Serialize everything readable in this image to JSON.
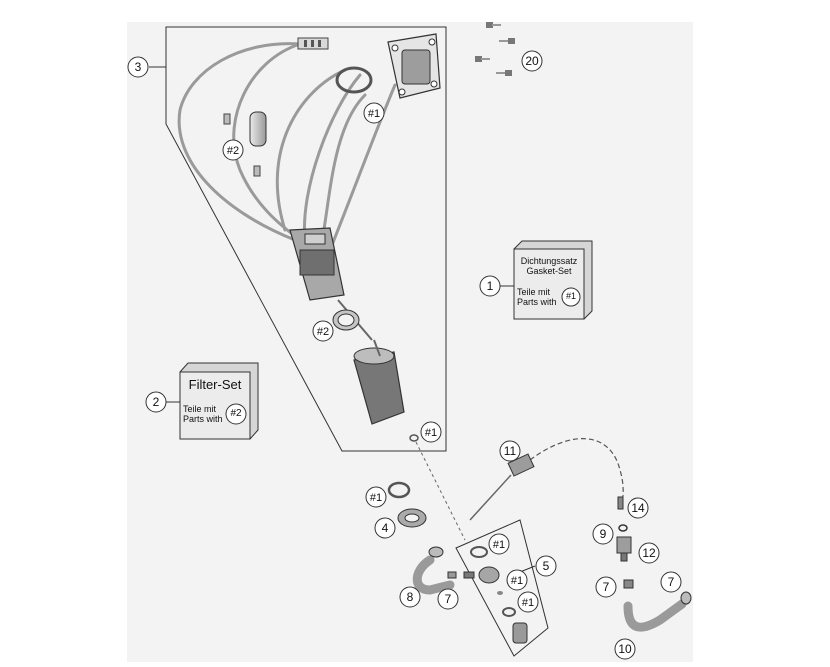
{
  "callouts": {
    "c3": "3",
    "c20": "20",
    "c1": "1",
    "c2": "2",
    "c11": "11",
    "c14": "14",
    "c9": "9",
    "c12": "12",
    "c4": "4",
    "c5": "5",
    "c8": "8",
    "c7a": "7",
    "c7b": "7",
    "c7c": "7",
    "c10": "10"
  },
  "refs": {
    "r1_top": "#1",
    "r2_pump": "#2",
    "r2_seal": "#2",
    "r1_strainer": "#1",
    "r1_oring": "#1",
    "r1_block_a": "#1",
    "r1_block_b": "#1",
    "r1_block_c": "#1"
  },
  "gasket_set": {
    "title_line1": "Dichtungssatz",
    "title_line2": "Gasket-Set",
    "parts_line1": "Teile mit",
    "parts_line2": "Parts with",
    "ref": "#1"
  },
  "filter_set": {
    "title": "Filter-Set",
    "parts_line1": "Teile mit",
    "parts_line2": "Parts with",
    "ref": "#2"
  }
}
